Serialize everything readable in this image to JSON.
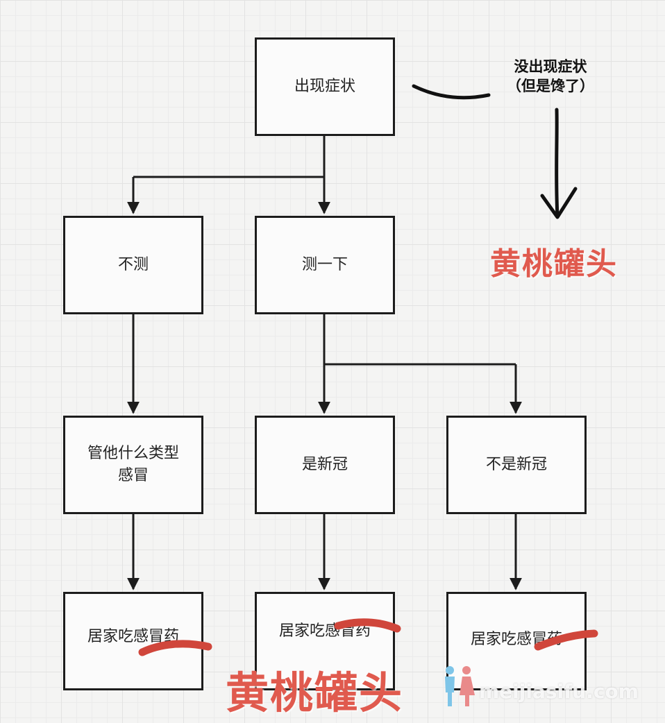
{
  "nodes": {
    "symptoms": "出现症状",
    "no_test": "不测",
    "test": "测一下",
    "any_cold_line1": "管他什么类型",
    "any_cold_line2": "感冒",
    "is_covid": "是新冠",
    "not_covid": "不是新冠",
    "home_medicine_1": "居家吃感冒药",
    "home_medicine_2": "居家吃感冒药",
    "home_medicine_3": "居家吃感冒药"
  },
  "annotation": {
    "line1": "没出现症状",
    "line2": "（但是馋了）"
  },
  "watermark_text": "黄桃罐头",
  "site_watermark": "meijiasifu.com",
  "colors": {
    "box_border": "#1c1c1c",
    "arrow": "#1c1c1c",
    "watermark": "#e05a4e",
    "strike": "#d0463b"
  }
}
